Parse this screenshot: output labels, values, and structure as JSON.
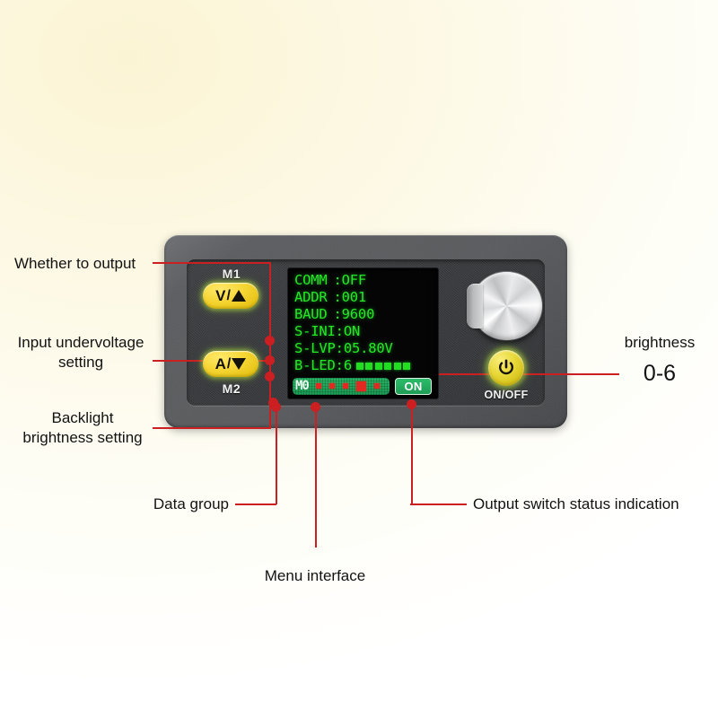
{
  "device": {
    "name": "dc-power-supply-module",
    "keys": {
      "m1_label": "M1",
      "m2_label": "M2",
      "key1_letter": "V",
      "key1_slash": "/",
      "key1_arrow": "up-triangle",
      "key2_letter": "A",
      "key2_slash": "/",
      "key2_arrow": "down-triangle",
      "power_label": "ON/OFF",
      "power_icon": "power-icon",
      "knob_icon": "rotary-encoder-knob"
    },
    "lcd": {
      "rows": [
        {
          "label": "COMM",
          "sep": ":",
          "value": "OFF"
        },
        {
          "label": "ADDR",
          "sep": ":",
          "value": "001"
        },
        {
          "label": "BAUD",
          "sep": ":",
          "value": "9600"
        },
        {
          "label": "S-INI",
          "sep": ":",
          "value": "ON"
        },
        {
          "label": "S-LVP",
          "sep": ":",
          "value": "05.80V"
        },
        {
          "label": "B-LED",
          "sep": ":",
          "value": "6"
        }
      ],
      "backlight_level": 6,
      "backlight_max": 6,
      "status": {
        "group_label": "M0",
        "group_count": 5,
        "group_selected_index": 3,
        "output_state": "ON"
      },
      "colors": {
        "text_green": "#25e825",
        "screen_black": "#050505",
        "pill_green": "#1f9d56",
        "dot_red": "#e02a22"
      }
    }
  },
  "annotations": {
    "whether_to_output": "Whether to output",
    "input_undervoltage": "Input undervoltage\nsetting",
    "backlight_brightness": "Backlight\nbrightness setting",
    "brightness": "brightness",
    "brightness_range": "0-6",
    "data_group": "Data group",
    "menu_interface": "Menu interface",
    "output_switch_status": "Output switch status indication",
    "line_color": "#cc1f22"
  }
}
